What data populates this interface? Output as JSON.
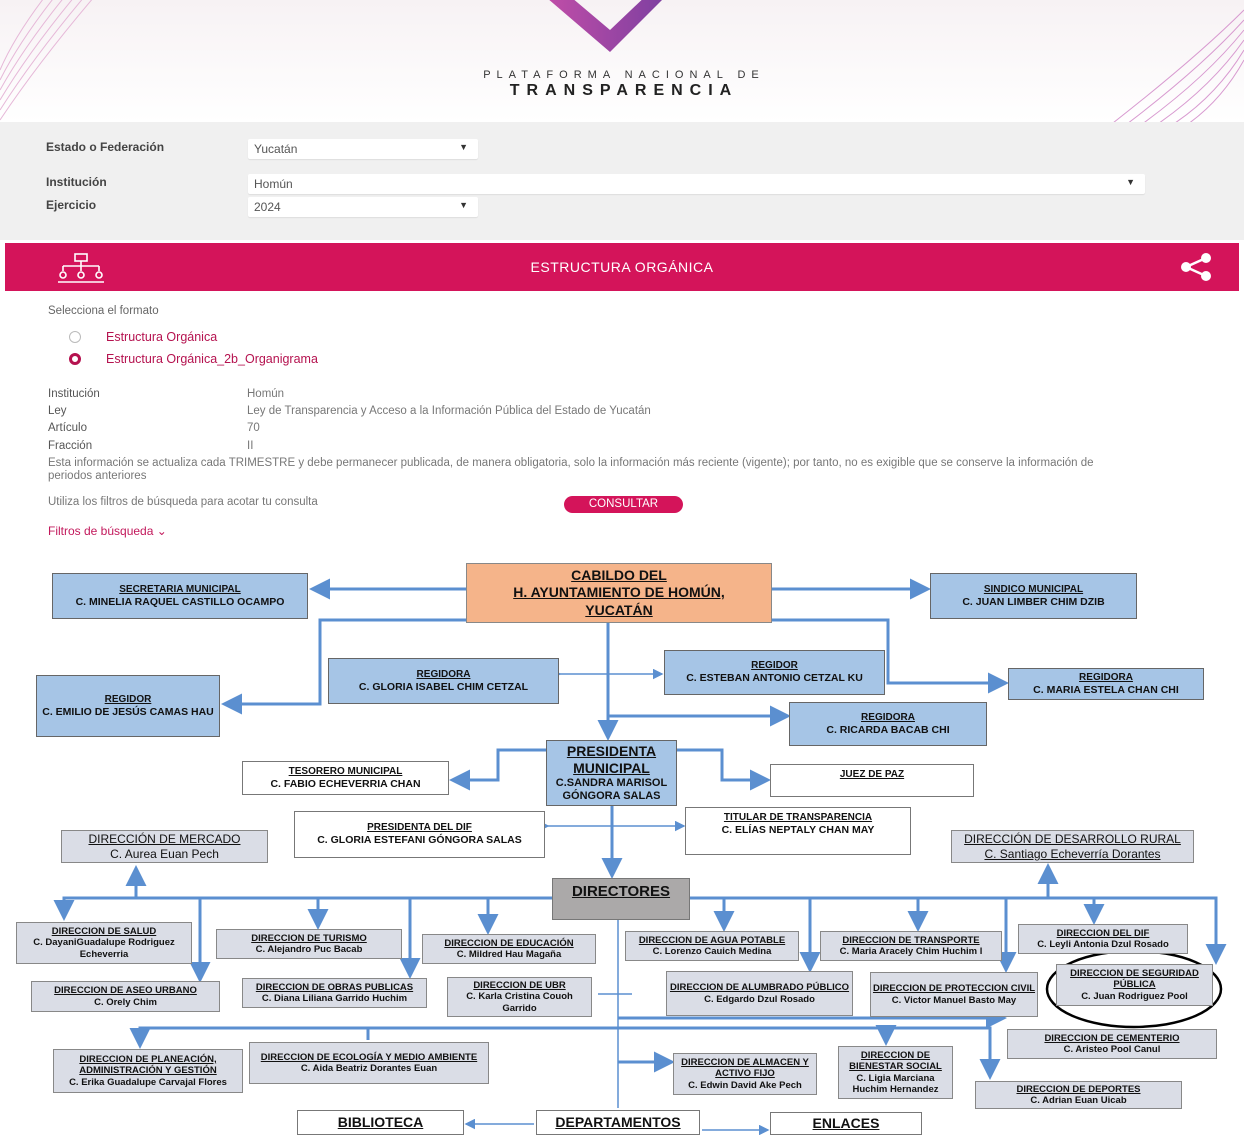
{
  "colors": {
    "primary": "#d4145a",
    "header_bg": "#f7f2f4",
    "filter_bg": "#f0f0f0"
  },
  "header": {
    "brand_line1": "PLATAFORMA NACIONAL DE",
    "brand_line2": "TRANSPARENCIA"
  },
  "filters": {
    "estado_label": "Estado o Federación",
    "estado_value": "Yucatán",
    "institucion_label": "Institución",
    "institucion_value": "Homún",
    "ejercicio_label": "Ejercicio",
    "ejercicio_value": "2024"
  },
  "section": {
    "title": "ESTRUCTURA ORGÁNICA",
    "org_icon": "org-chart-icon",
    "share_icon": "share-icon"
  },
  "format": {
    "prompt": "Selecciona el formato",
    "options": [
      {
        "label": "Estructura Orgánica",
        "selected": false
      },
      {
        "label": "Estructura Orgánica_2b_Organigrama",
        "selected": true
      }
    ]
  },
  "meta": {
    "institucion_label": "Institución",
    "institucion": "Homún",
    "ley_label": "Ley",
    "ley": "Ley de Transparencia y Acceso a la Información Pública del Estado de Yucatán",
    "articulo_label": "Artículo",
    "articulo": "70",
    "fraccion_label": "Fracción",
    "fraccion": "II",
    "note": "Esta información se actualiza cada TRIMESTRE y debe permanecer publicada, de manera obligatoria, solo la información más reciente (vigente); por tanto, no es exigible que se conserve la información de periodos anteriores",
    "filters_hint": "Utiliza los filtros de búsqueda para acotar tu consulta",
    "consultar": "CONSULTAR",
    "filtros": "Filtros de búsqueda"
  },
  "org": {
    "cabildo": {
      "l1": "CABILDO DEL",
      "l2": "H. AYUNTAMIENTO DE HOMÚN,",
      "l3": "YUCATÁN"
    },
    "secretaria": {
      "t": "SECRETARIA MUNICIPAL",
      "n": "C. MINELIA RAQUEL CASTILLO OCAMPO"
    },
    "sindico": {
      "t": "SINDICO MUNICIPAL",
      "n": "C. JUAN LIMBER CHIM DZIB"
    },
    "regidor1": {
      "t": "REGIDOR",
      "n": "C. EMILIO DE JESÚS CAMAS HAU"
    },
    "regidora1": {
      "t": "REGIDORA",
      "n": "C. GLORIA ISABEL CHIM CETZAL"
    },
    "regidor2": {
      "t": "REGIDOR",
      "n": "C. ESTEBAN ANTONIO CETZAL KU"
    },
    "regidora2": {
      "t": "REGIDORA",
      "n": "C. MARIA ESTELA CHAN CHI"
    },
    "regidora3": {
      "t": "REGIDORA",
      "n": "C. RICARDA BACAB CHI"
    },
    "presidenta": {
      "t1": "PRESIDENTA",
      "t2": "MUNICIPAL",
      "n1": "C.SANDRA MARISOL",
      "n2": "GÓNGORA SALAS"
    },
    "tesorero": {
      "t": "TESORERO MUNICIPAL",
      "n": "C. FABIO ECHEVERRIA CHAN"
    },
    "juez": {
      "t": "JUEZ DE PAZ"
    },
    "dif_pres": {
      "t": "PRESIDENTA DEL DIF",
      "n": "C. GLORIA ESTEFANI GÓNGORA SALAS"
    },
    "transparencia": {
      "t": "TITULAR DE TRANSPARENCIA",
      "n": "C. ELÍAS NEPTALY CHAN MAY"
    },
    "mercado": {
      "t": "DIRECCIÓN DE MERCADO",
      "n": "C. Aurea Euan Pech"
    },
    "rural": {
      "t": "DIRECCIÓN DE DESARROLLO RURAL",
      "n": "C. Santiago Echeverría Dorantes"
    },
    "directores": "DIRECTORES",
    "salud": {
      "t": "DIRECCION DE SALUD",
      "n": "C. DayaniGuadalupe Rodriguez Echeverria"
    },
    "turismo": {
      "t": "DIRECCION DE TURISMO",
      "n": "C. Alejandro Puc Bacab"
    },
    "educacion": {
      "t": "DIRECCION DE EDUCACIÓN",
      "n": "C. Mildred Hau Magaña"
    },
    "agua": {
      "t": "DIRECCION DE AGUA POTABLE",
      "n": "C. Lorenzo Cauich Medina"
    },
    "transporte": {
      "t": "DIRECCION DE TRANSPORTE",
      "n": "C. Maria Aracely Chim Huchim l"
    },
    "dif": {
      "t": "DIRECCION DEL DIF",
      "n": "C. Leyli Antonia Dzul Rosado"
    },
    "aseo": {
      "t": "DIRECCION DE ASEO URBANO",
      "n": "C. Orely Chim"
    },
    "obras": {
      "t": "DIRECCION DE OBRAS PUBLICAS",
      "n": "C. Diana Liliana Garrido Huchim"
    },
    "ubr": {
      "t": "DIRECCION DE UBR",
      "n": "C. Karla Cristina Couoh Garrido"
    },
    "alumbrado": {
      "t": "DIRECCION DE ALUMBRADO PÚBLICO",
      "n": "C. Edgardo Dzul Rosado"
    },
    "proteccion": {
      "t": "DIRECCION DE PROTECCION CIVIL",
      "n": "C. Victor Manuel Basto May"
    },
    "seguridad": {
      "t": "DIRECCION DE SEGURIDAD PÚBLICA",
      "n": "C. Juan Rodriguez Pool"
    },
    "cementerio": {
      "t": "DIRECCION DE CEMENTERIO",
      "n": "C. Aristeo Pool Canul"
    },
    "planeacion": {
      "t": "DIRECCION DE PLANEACIÓN, ADMINISTRACIÓN Y GESTIÓN",
      "n": "C. Erika Guadalupe Carvajal Flores"
    },
    "ecologia": {
      "t": "DIRECCION DE ECOLOGÍA Y MEDIO AMBIENTE",
      "n": "C. Aida Beatriz Dorantes Euan"
    },
    "almacen": {
      "t": "DIRECCION DE ALMACEN Y ACTIVO FIJO",
      "n": "C. Edwin David Ake Pech"
    },
    "bienestar": {
      "t": "DIRECCION DE BIENESTAR SOCIAL",
      "n": "C. Ligia Marciana Huchim Hernandez"
    },
    "deportes": {
      "t": "DIRECCION DE DEPORTES",
      "n": "C. Adrian Euan Uicab"
    },
    "biblioteca": "BIBLIOTECA",
    "departamentos": "DEPARTAMENTOS",
    "enlaces": "ENLACES"
  }
}
